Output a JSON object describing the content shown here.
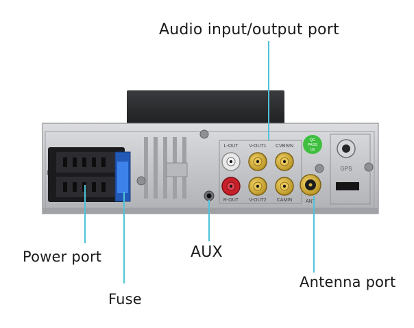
{
  "callouts": {
    "audio_port": "Audio input/output port",
    "power_port": "Power port",
    "fuse": "Fuse",
    "aux": "AUX",
    "antenna_port": "Antenna port"
  },
  "panel_labels": {
    "l_out": "L-OUT",
    "v_out1": "V-OUT1",
    "cvbs_in": "CVBSIN",
    "r_out": "R-OUT",
    "v_out2": "V-OUT2",
    "cam_in": "CAMIN",
    "ant": "ANT",
    "gps": "GPS",
    "qc_1": "QC",
    "qc_2": "PASS",
    "qc_3": "03"
  },
  "colors": {
    "callout_line": "#4fc3d9",
    "metal": "#c9cacc",
    "rca_gold": "#d8b23a",
    "rca_red": "#c8202a",
    "rca_white": "#efefef",
    "fuse_blue": "#2f6fd8",
    "qc_green": "#3fbf3f"
  }
}
